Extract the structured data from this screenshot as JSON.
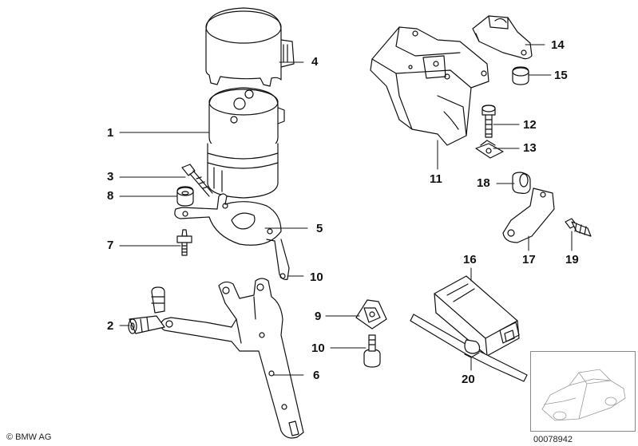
{
  "callouts": {
    "c1": "1",
    "c2": "2",
    "c3": "3",
    "c4": "4",
    "c5": "5",
    "c6": "6",
    "c7": "7",
    "c8": "8",
    "c9": "9",
    "c10a": "10",
    "c10b": "10",
    "c11": "11",
    "c12": "12",
    "c13": "13",
    "c14": "14",
    "c15": "15",
    "c16": "16",
    "c17": "17",
    "c18": "18",
    "c19": "19",
    "c20": "20"
  },
  "footer": {
    "copyright": "© BMW AG",
    "diagram_number": "00078942"
  },
  "colors": {
    "line": "#111111",
    "background": "#ffffff",
    "thumbnail_border": "#888888"
  }
}
